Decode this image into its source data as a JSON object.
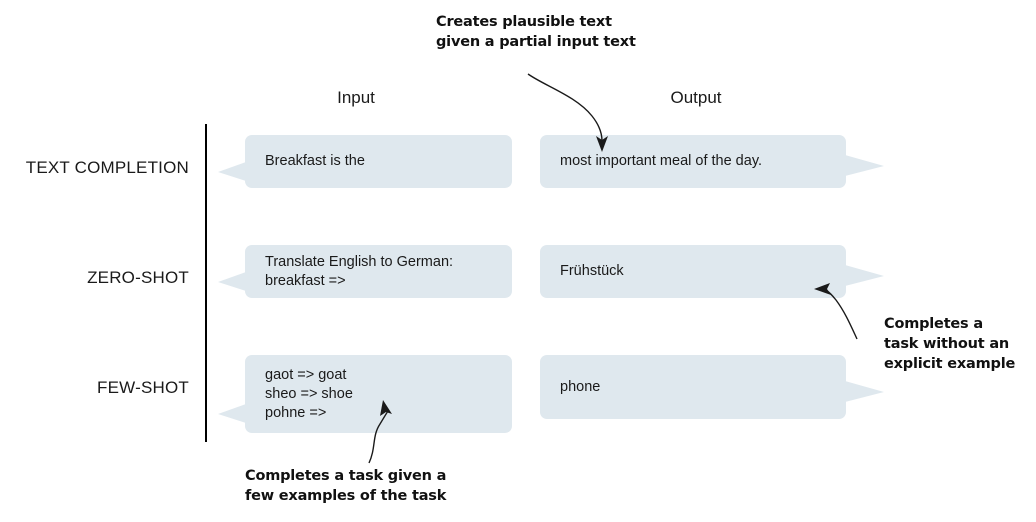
{
  "diagram": {
    "columns": {
      "input_label": "Input",
      "output_label": "Output"
    },
    "rows": [
      {
        "label": "TEXT COMPLETION",
        "input": "Breakfast is the",
        "output": "most important meal of the day."
      },
      {
        "label": "ZERO-SHOT",
        "input": "Translate English to German:\nbreakfast =>",
        "output": "Frühstück"
      },
      {
        "label": "FEW-SHOT",
        "input": "gaot => goat\nsheo => shoe\npohne =>",
        "output": "phone"
      }
    ],
    "annotations": [
      {
        "name": "text-completion-note",
        "text": "Creates plausible text\ngiven a partial input text",
        "points_to": "text-completion-output-bubble"
      },
      {
        "name": "zero-shot-note",
        "text": "Completes a\ntask without an\nexplicit example",
        "points_to": "zero-shot-output-bubble"
      },
      {
        "name": "few-shot-note",
        "text": "Completes a task given a\nfew examples of the task",
        "points_to": "few-shot-input-bubble"
      }
    ],
    "colors": {
      "bubble_fill": "#dfe8ee",
      "text": "#1a1a1a",
      "divider": "#000000",
      "arrow": "#1a1a1a",
      "background": "#ffffff"
    }
  }
}
